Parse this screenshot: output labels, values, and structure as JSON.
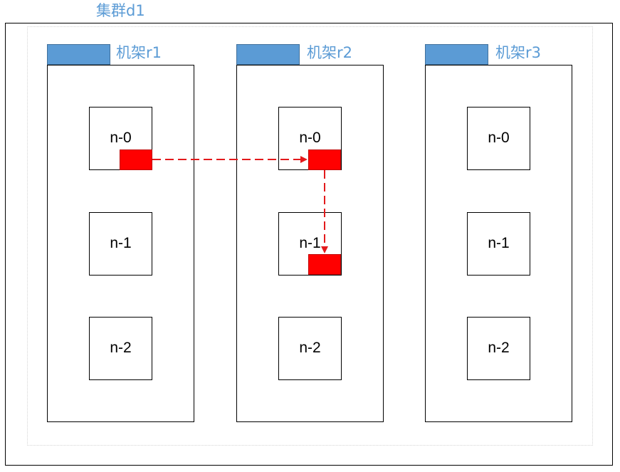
{
  "cluster": {
    "title": "集群d1"
  },
  "racks": [
    {
      "label": "机架r1",
      "nodes": [
        {
          "label": "n-0",
          "has_block": true
        },
        {
          "label": "n-1",
          "has_block": false
        },
        {
          "label": "n-2",
          "has_block": false
        }
      ]
    },
    {
      "label": "机架r2",
      "nodes": [
        {
          "label": "n-0",
          "has_block": true
        },
        {
          "label": "n-1",
          "has_block": true
        },
        {
          "label": "n-2",
          "has_block": false
        }
      ]
    },
    {
      "label": "机架r3",
      "nodes": [
        {
          "label": "n-0",
          "has_block": false
        },
        {
          "label": "n-1",
          "has_block": false
        },
        {
          "label": "n-2",
          "has_block": false
        }
      ]
    }
  ],
  "colors": {
    "accent": "#5b9bd5",
    "block": "#ff0000",
    "arrow": "#e31a1c"
  }
}
